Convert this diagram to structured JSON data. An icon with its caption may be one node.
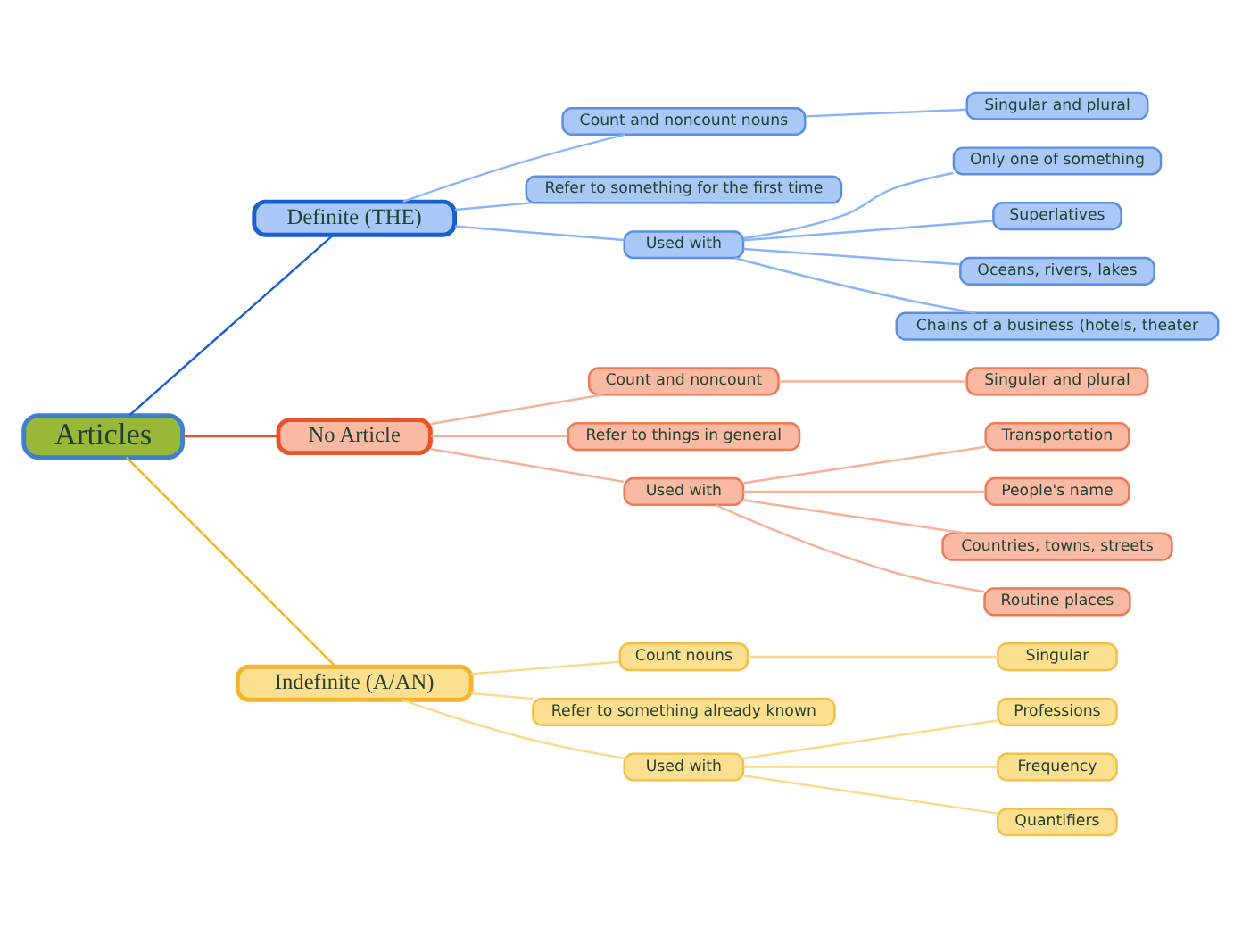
{
  "diagram": {
    "nodes": [
      {
        "text": [
          "Articles"
        ]
      },
      {
        "text": [
          "Definite (THE)"
        ]
      },
      {
        "text": [
          "Count and noncount nouns"
        ]
      },
      {
        "text": [
          "Singular and plural"
        ]
      },
      {
        "text": [
          "Refer to something for the first time"
        ]
      },
      {
        "text": [
          "Used with"
        ]
      },
      {
        "text": [
          "Only one of something"
        ]
      },
      {
        "text": [
          "Superlatives"
        ]
      },
      {
        "text": [
          "Oceans, rivers, lakes"
        ]
      },
      {
        "text": [
          "Chains of a business (hotels, theater"
        ]
      },
      {
        "text": [
          "No Article"
        ]
      },
      {
        "text": [
          "Count and noncount"
        ]
      },
      {
        "text": [
          "Singular and plural"
        ]
      },
      {
        "text": [
          "Refer to things in general"
        ]
      },
      {
        "text": [
          "Used with"
        ]
      },
      {
        "text": [
          "Transportation"
        ]
      },
      {
        "text": [
          "People's name"
        ]
      },
      {
        "text": [
          "Countries, towns, streets"
        ]
      },
      {
        "text": [
          "Routine places"
        ]
      },
      {
        "text": [
          "Indefinite (A/AN)"
        ]
      },
      {
        "text": [
          "Count nouns"
        ]
      },
      {
        "text": [
          "Singular"
        ]
      },
      {
        "text": [
          "Refer to something already known"
        ]
      },
      {
        "text": [
          "Used with"
        ]
      },
      {
        "text": [
          "Professions"
        ]
      },
      {
        "text": [
          "Frequency"
        ]
      },
      {
        "text": [
          "Quantifiers"
        ]
      }
    ],
    "edges": [
      {
        "from": 0,
        "to": 1,
        "arrow": "none",
        "color": "#1a5fd0"
      },
      {
        "from": 1,
        "to": 2,
        "arrow": "none",
        "color": "#8ab4f8"
      },
      {
        "from": 2,
        "to": 3,
        "arrow": "none",
        "color": "#8ab4f8"
      },
      {
        "from": 1,
        "to": 4,
        "arrow": "none",
        "color": "#8ab4f8"
      },
      {
        "from": 1,
        "to": 5,
        "arrow": "none",
        "color": "#8ab4f8"
      },
      {
        "from": 5,
        "to": 6,
        "arrow": "none",
        "color": "#8ab4f8"
      },
      {
        "from": 5,
        "to": 7,
        "arrow": "none",
        "color": "#8ab4f8"
      },
      {
        "from": 5,
        "to": 8,
        "arrow": "none",
        "color": "#8ab4f8"
      },
      {
        "from": 5,
        "to": 9,
        "arrow": "none",
        "color": "#8ab4f8"
      },
      {
        "from": 0,
        "to": 10,
        "arrow": "none",
        "color": "#e8532a"
      },
      {
        "from": 10,
        "to": 11,
        "arrow": "none",
        "color": "#f7b09a"
      },
      {
        "from": 11,
        "to": 12,
        "arrow": "none",
        "color": "#f7b09a"
      },
      {
        "from": 10,
        "to": 13,
        "arrow": "none",
        "color": "#f7b09a"
      },
      {
        "from": 10,
        "to": 14,
        "arrow": "none",
        "color": "#f7b09a"
      },
      {
        "from": 14,
        "to": 15,
        "arrow": "none",
        "color": "#f7b09a"
      },
      {
        "from": 14,
        "to": 16,
        "arrow": "none",
        "color": "#f7b09a"
      },
      {
        "from": 14,
        "to": 17,
        "arrow": "none",
        "color": "#f7b09a"
      },
      {
        "from": 14,
        "to": 18,
        "arrow": "none",
        "color": "#f7b09a"
      },
      {
        "from": 0,
        "to": 19,
        "arrow": "none",
        "color": "#f2b530"
      },
      {
        "from": 19,
        "to": 20,
        "arrow": "none",
        "color": "#fcd98a"
      },
      {
        "from": 20,
        "to": 21,
        "arrow": "none",
        "color": "#fcd98a"
      },
      {
        "from": 19,
        "to": 22,
        "arrow": "none",
        "color": "#fcd98a"
      },
      {
        "from": 19,
        "to": 23,
        "arrow": "none",
        "color": "#fcd98a"
      },
      {
        "from": 23,
        "to": 24,
        "arrow": "none",
        "color": "#fcd98a"
      },
      {
        "from": 23,
        "to": 25,
        "arrow": "none",
        "color": "#fcd98a"
      },
      {
        "from": 23,
        "to": 26,
        "arrow": "none",
        "color": "#fcd98a"
      }
    ]
  }
}
